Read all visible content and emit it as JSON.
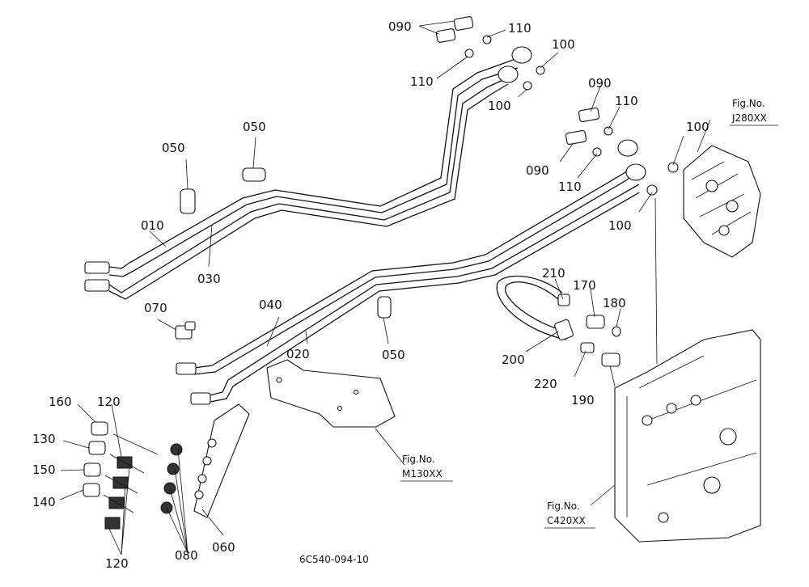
{
  "callouts": [
    {
      "id": "c090a",
      "text": "090"
    },
    {
      "id": "c110a",
      "text": "110"
    },
    {
      "id": "c110b",
      "text": "110"
    },
    {
      "id": "c100a",
      "text": "100"
    },
    {
      "id": "c100b",
      "text": "100"
    },
    {
      "id": "c090b",
      "text": "090"
    },
    {
      "id": "c110c",
      "text": "110"
    },
    {
      "id": "c100c",
      "text": "100"
    },
    {
      "id": "c090c",
      "text": "090"
    },
    {
      "id": "c110d",
      "text": "110"
    },
    {
      "id": "c100d",
      "text": "100"
    },
    {
      "id": "c050a",
      "text": "050"
    },
    {
      "id": "c050b",
      "text": "050"
    },
    {
      "id": "c010",
      "text": "010"
    },
    {
      "id": "c030",
      "text": "030"
    },
    {
      "id": "c070",
      "text": "070"
    },
    {
      "id": "c040",
      "text": "040"
    },
    {
      "id": "c020",
      "text": "020"
    },
    {
      "id": "c050c",
      "text": "050"
    },
    {
      "id": "c210",
      "text": "210"
    },
    {
      "id": "c170",
      "text": "170"
    },
    {
      "id": "c180",
      "text": "180"
    },
    {
      "id": "c200",
      "text": "200"
    },
    {
      "id": "c220",
      "text": "220"
    },
    {
      "id": "c190",
      "text": "190"
    },
    {
      "id": "c160",
      "text": "160"
    },
    {
      "id": "c120a",
      "text": "120"
    },
    {
      "id": "c130",
      "text": "130"
    },
    {
      "id": "c150",
      "text": "150"
    },
    {
      "id": "c140",
      "text": "140"
    },
    {
      "id": "c120b",
      "text": "120"
    },
    {
      "id": "c080",
      "text": "080"
    },
    {
      "id": "c060",
      "text": "060"
    }
  ],
  "figrefs": {
    "j280": {
      "label": "Fig.No.",
      "number": "J280XX"
    },
    "m130": {
      "label": "Fig.No.",
      "number": "M130XX"
    },
    "c420": {
      "label": "Fig.No.",
      "number": "C420XX"
    }
  },
  "drawing_number": "6C540-094-10"
}
